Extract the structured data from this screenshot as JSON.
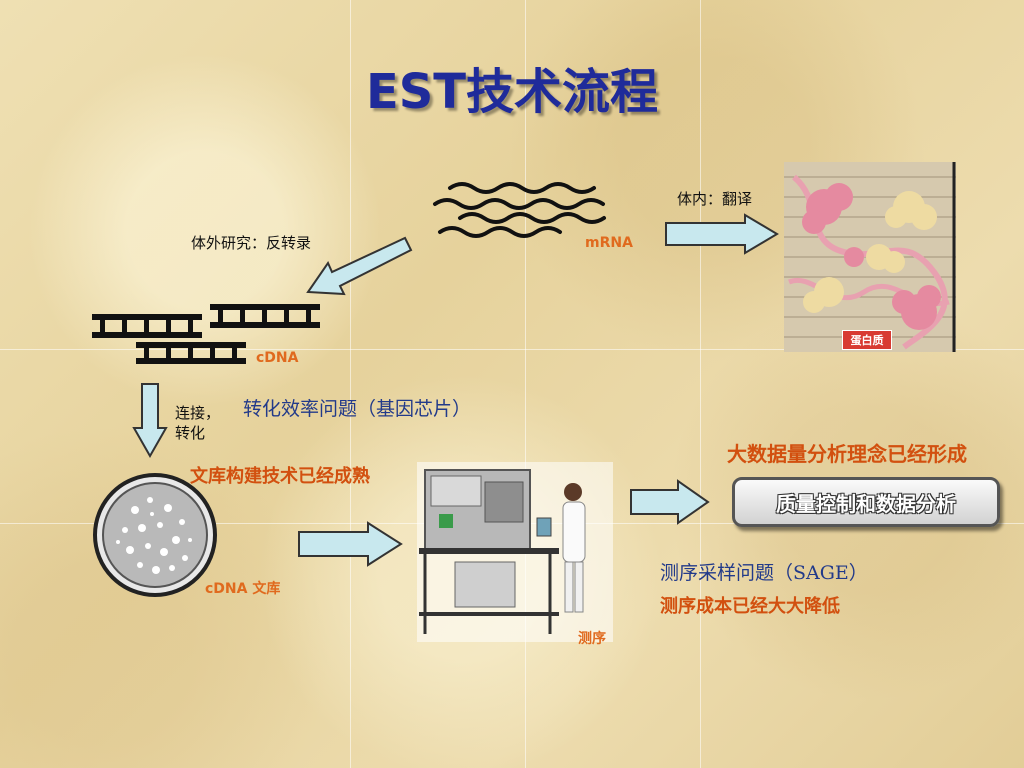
{
  "slide": {
    "title": "EST技术流程",
    "labels": {
      "in_vivo": "体内：翻译",
      "in_vitro": "体外研究：反转录",
      "ligation_line1": "连接，",
      "ligation_line2": "转化",
      "mrna": "mRNA",
      "cdna": "cDNA",
      "cdna_library": "cDNA 文库",
      "sequencing": "测序",
      "protein": "蛋白质"
    },
    "notes": {
      "efficiency_problem": "转化效率问题（基因芯片）",
      "library_mature": "文库构建技术已经成熟",
      "big_data": "大数据量分析理念已经形成",
      "quality_control": "质量控制和数据分析",
      "sampling_problem": "测序采样问题（SAGE）",
      "cost_reduced": "测序成本已经大大降低"
    },
    "colors": {
      "title": "#1f2b9a",
      "arrow_fill": "#c8e8ee",
      "orange_text": "#d2500f",
      "blue_text": "#223a8a"
    }
  }
}
